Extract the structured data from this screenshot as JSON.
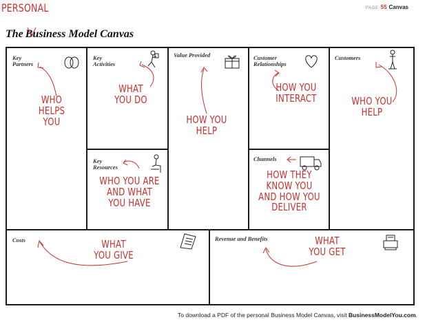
{
  "header": {
    "page_label": "PAGE",
    "page_number": "55",
    "section": "Canvas"
  },
  "title": {
    "annotation": "PERSONAL",
    "the": "The",
    "rest": "Business Model Canvas"
  },
  "blocks": {
    "key_partners": {
      "label": "Key\nPartners",
      "note": "WHO\nHELPS\nYOU",
      "icon": "chain-links-icon"
    },
    "key_activities": {
      "label": "Key\nActivities",
      "note": "WHAT\nYOU DO",
      "icon": "worker-icon"
    },
    "value_provided": {
      "label": "Value Provided",
      "note": "HOW YOU\nHELP",
      "icon": "gift-box-icon"
    },
    "customer_relationships": {
      "label": "Customer\nRelationships",
      "note": "HOW YOU\nINTERACT",
      "icon": "heart-icon"
    },
    "customers": {
      "label": "Customers",
      "note": "WHO YOU\nHELP",
      "icon": "person-standing-icon"
    },
    "key_resources": {
      "label": "Key\nResources",
      "note": "WHO YOU ARE\nAND WHAT\nYOU HAVE",
      "icon": "person-sitting-icon"
    },
    "channels": {
      "label": "Channels",
      "note": "HOW THEY\nKNOW YOU\nAND HOW YOU\nDELIVER",
      "icon": "delivery-truck-icon"
    },
    "costs": {
      "label": "Costs",
      "note": "WHAT\nYOU GIVE",
      "icon": "receipt-icon"
    },
    "revenue": {
      "label": "Revenue and Benefits",
      "note": "WHAT\nYOU GET",
      "icon": "cash-register-icon"
    }
  },
  "footer": {
    "text": "To download a PDF of the personal Business Model Canvas, visit ",
    "link": "BusinessModelYou.com",
    "end": "."
  },
  "colors": {
    "annotation_red": "#c8302e",
    "ink": "#1a1a1a"
  }
}
